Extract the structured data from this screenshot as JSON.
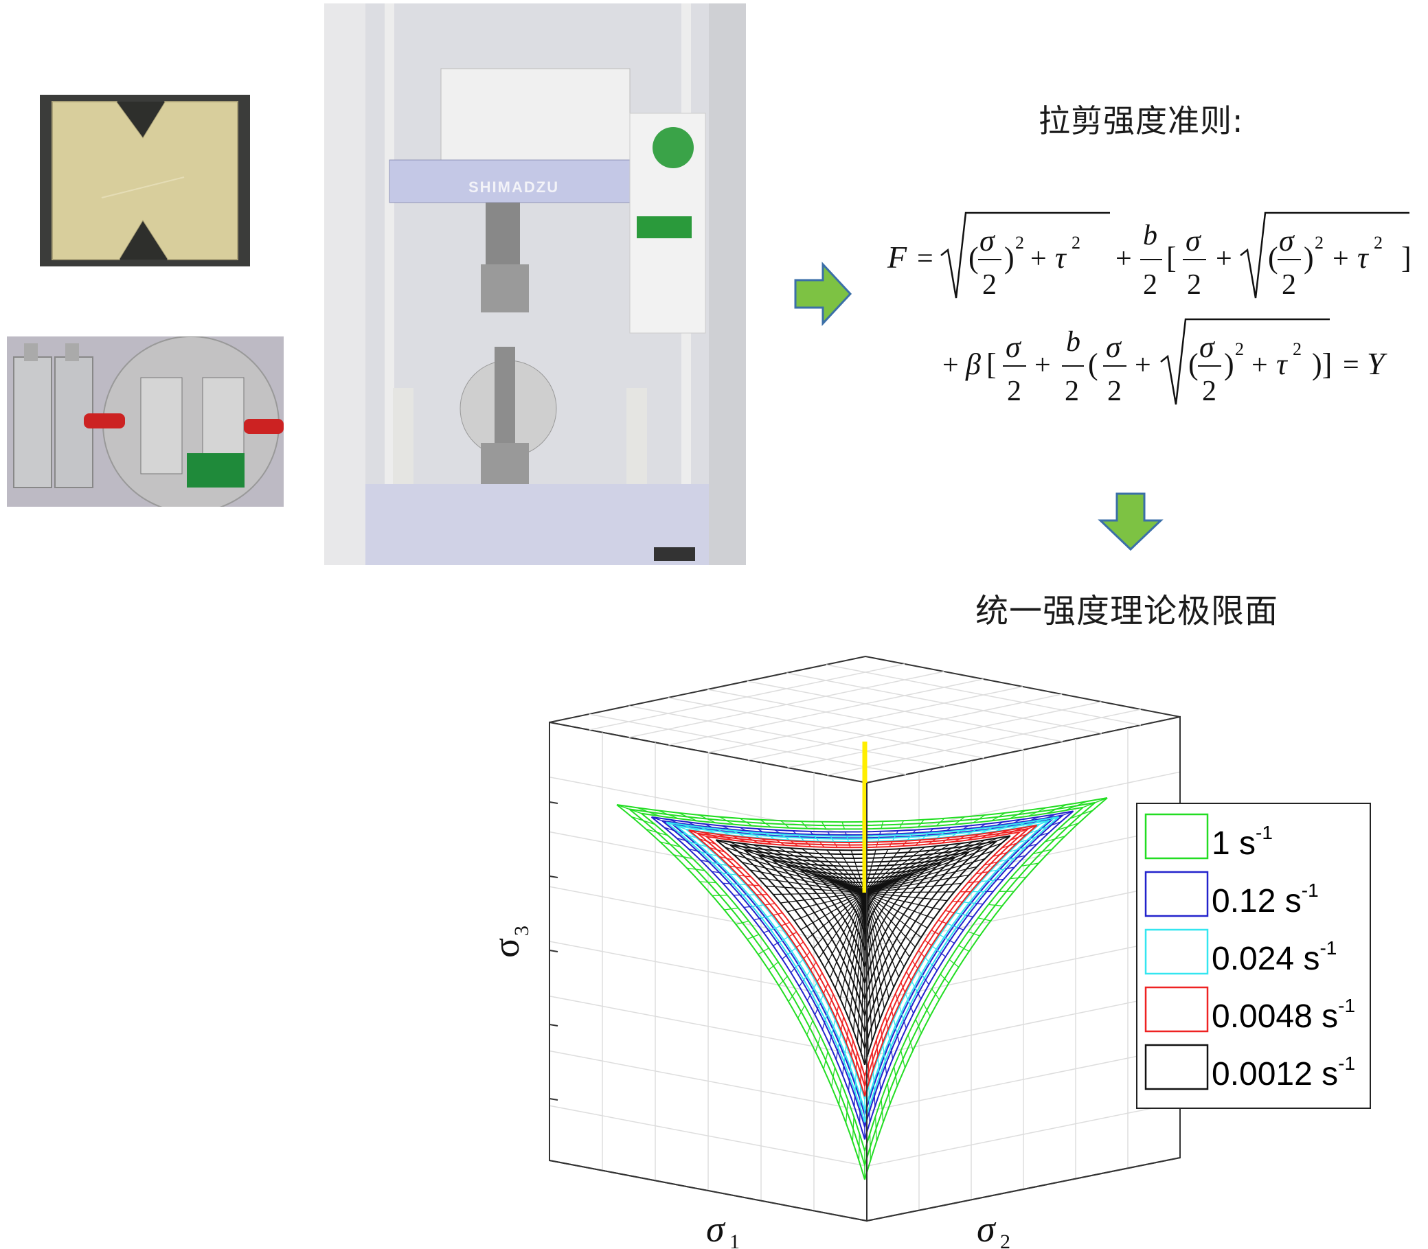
{
  "labels": {
    "criterion_title": "拉剪强度准则:",
    "surface_title": "统一强度理论极限面",
    "machine_brand": "SHIMADZU"
  },
  "formula": {
    "line1": "F = √((σ/2)² + τ²) + b/2[σ/2 + √((σ/2)² + τ²)]",
    "line2": "+β[σ/2 + b/2(σ/2 + √((σ/2)² + τ²))] = Y"
  },
  "icons": {
    "arrow_right": "arrow-right-icon",
    "arrow_down": "arrow-down-icon"
  },
  "colors": {
    "arrow_fill": "#7dc243",
    "arrow_stroke": "#3b6fa8",
    "axis_yellow": "#ffee00"
  },
  "chart_data": {
    "type": "surface3d",
    "axes": {
      "x": "σ1",
      "y": "σ2",
      "z": "σ3"
    },
    "grid": true,
    "legend_position": "right",
    "series": [
      {
        "name": "1 s-1",
        "base": "1 s",
        "exp": "-1",
        "color": "#22dd22",
        "size": 1.0
      },
      {
        "name": "0.12 s-1",
        "base": "0.12 s",
        "exp": "-1",
        "color": "#2222cc",
        "size": 0.86
      },
      {
        "name": "0.024 s-1",
        "base": "0.024 s",
        "exp": "-1",
        "color": "#33e6f0",
        "size": 0.8
      },
      {
        "name": "0.0048 s-1",
        "base": "0.0048 s",
        "exp": "-1",
        "color": "#ee2222",
        "size": 0.71
      },
      {
        "name": "0.0012 s-1",
        "base": "0.0012 s",
        "exp": "-1",
        "color": "#111111",
        "size": 0.6
      }
    ]
  }
}
